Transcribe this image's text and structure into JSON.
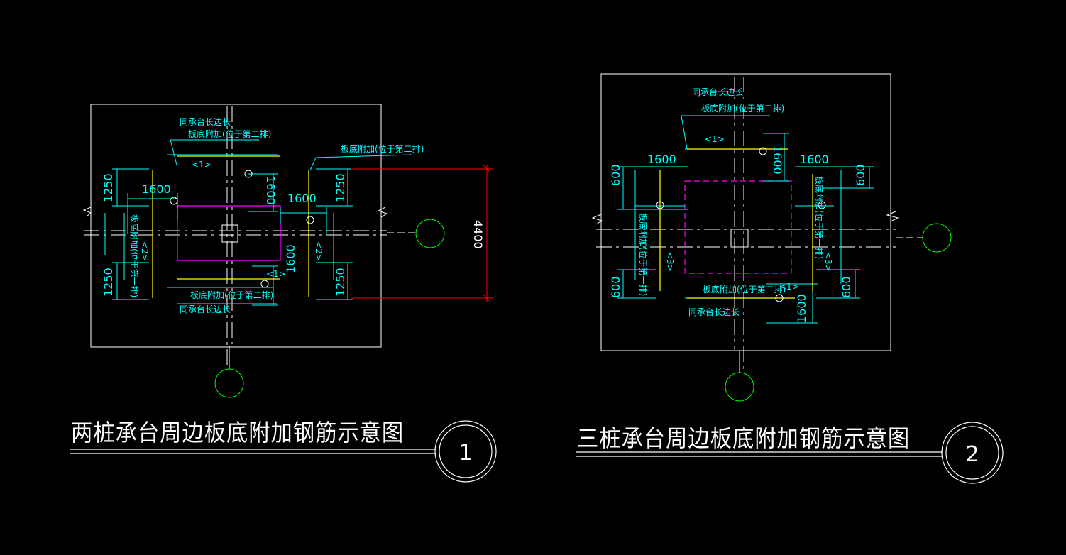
{
  "drawings": [
    {
      "title": "两桩承台周边板底附加钢筋示意图",
      "number": "1",
      "dims": {
        "d1600a": "1600",
        "d1600b": "1600",
        "d1600c": "1600",
        "d1600d": "1600",
        "d1250a": "1250",
        "d1250b": "1250",
        "d1250c": "1250",
        "d1250d": "1250",
        "d4400": "4400"
      },
      "notes": {
        "top_len": "同承台长边长",
        "top_add": "板底附加(位于第二排)",
        "top_mark": "<1>",
        "right_add": "板底附加(位于第二排)",
        "left_v": "板底附加(位于第一排)",
        "left_mark": "<2>",
        "right_mark": "<2>",
        "bot_add": "板底附加(位于第二排)",
        "bot_len": "同承台长边长",
        "bot_mark": "<1>"
      }
    },
    {
      "title": "三桩承台周边板底附加钢筋示意图",
      "number": "2",
      "dims": {
        "d1600a": "1600",
        "d1600b": "1600",
        "d1600c": "1600",
        "d1600d": "1600",
        "d600a": "600",
        "d600b": "600",
        "d600c": "600",
        "d600d": "600"
      },
      "notes": {
        "top_len": "同承台长边长",
        "top_add": "板底附加(位于第二排)",
        "top_mark": "<1>",
        "left_v": "板底附加(位于第一排)",
        "left_mark": "<3>",
        "right_v": "板底附加(位于第一排)",
        "right_mark": "<3>",
        "bot_add": "板底附加(位于第二排)",
        "bot_len": "同承台长边长",
        "bot_mark": "<1>"
      }
    }
  ],
  "colors": {
    "background": "#000000",
    "frame": "#ffffff",
    "rebar": "#ffff00",
    "dimension": "#00ffff",
    "boundary": "#ff00ff",
    "axis_circle": "#00ff00",
    "overall_dim": "#ff0000"
  }
}
